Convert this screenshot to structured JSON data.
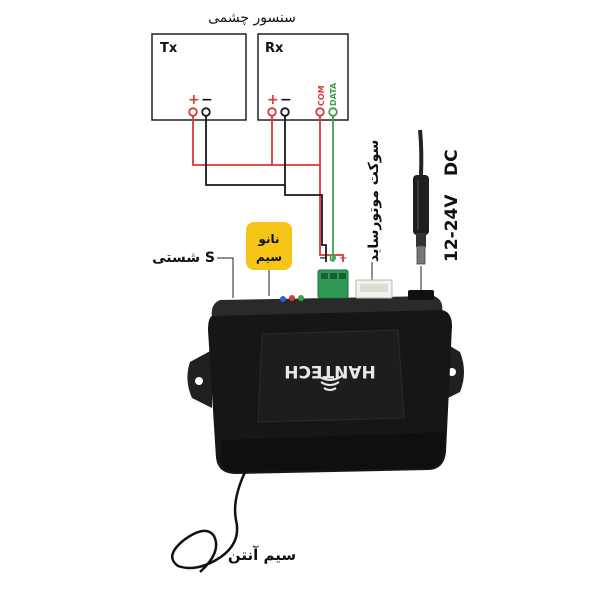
{
  "header": {
    "sensor_title": "سنسور چشمی"
  },
  "sensors": {
    "tx": {
      "label": "Tx",
      "plus": "+",
      "minus": "−"
    },
    "rx": {
      "label": "Rx",
      "plus": "+",
      "minus": "−",
      "com": "COM",
      "data": "DATA"
    }
  },
  "terminal": {
    "minus": "−",
    "d": "D",
    "plus": "+"
  },
  "callouts": {
    "nano_line1": "نانو",
    "nano_line2": "سیم",
    "shasti": "شستی S",
    "motor_socket": "سوکت موتورساید",
    "voltage": "12-24V",
    "dc": "DC",
    "antenna": "سیم آنتن"
  },
  "device": {
    "brand": "HANTECH"
  },
  "colors": {
    "red_wire": "#d63a3a",
    "black_wire": "#1a1a1a",
    "green_wire": "#3ca24a",
    "nano_badge": "#f5c518",
    "device_body": "#161616",
    "terminal_block": "#2e9a56"
  }
}
